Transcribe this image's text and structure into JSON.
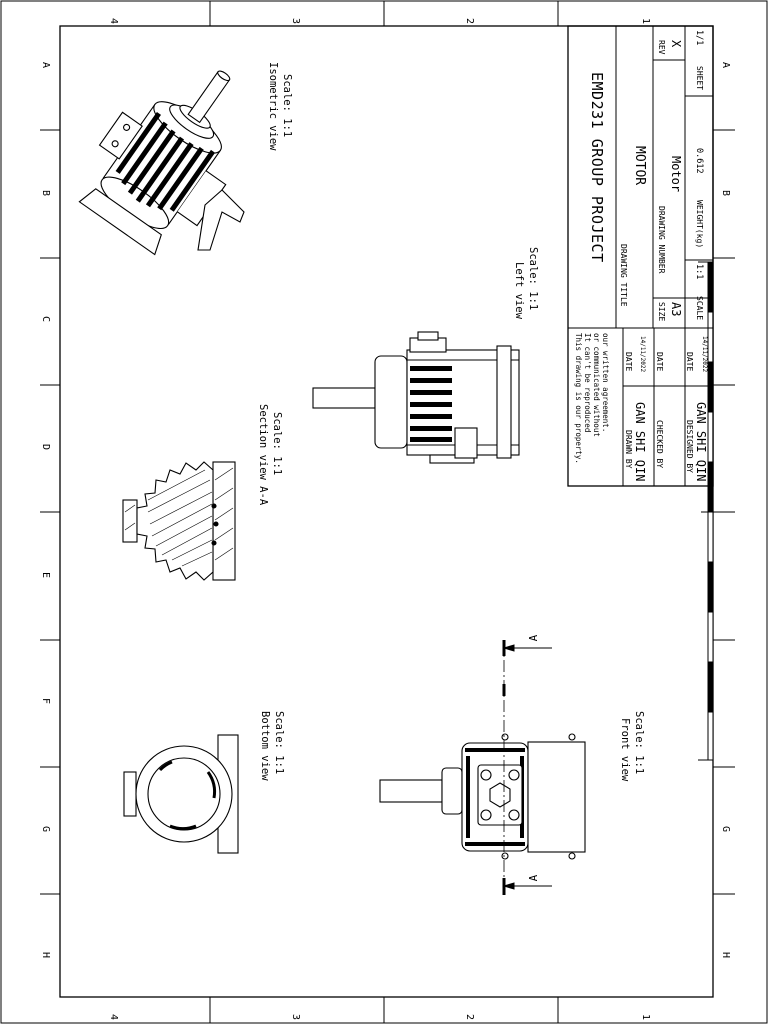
{
  "drawing": {
    "zone_numbers": [
      "4",
      "3",
      "2",
      "1"
    ],
    "zone_letters": [
      "A",
      "B",
      "C",
      "D",
      "E",
      "F",
      "G",
      "H"
    ],
    "views": {
      "isometric": {
        "title": "Isometric view",
        "scale": "Scale: 1:1"
      },
      "left": {
        "title": "Left view",
        "scale": "Scale: 1:1"
      },
      "section": {
        "title": "Section view A-A",
        "scale": "Scale: 1:1"
      },
      "bottom": {
        "title": "Bottom view",
        "scale": "Scale: 1:1"
      },
      "front": {
        "title": "Front view",
        "scale": "Scale: 1:1"
      }
    },
    "section_marker": "A"
  },
  "title_block": {
    "project": "EMD231 GROUP PROJECT",
    "drawing_title_label": "DRAWING TITLE",
    "drawing_title": "MOTOR",
    "size_label": "SIZE",
    "size": "A3",
    "drawing_number_label": "DRAWING NUMBER",
    "drawing_number": "Motor",
    "rev_label": "REV",
    "rev": "X",
    "scale_label": "SCALE",
    "scale": "1:1",
    "weight_label": "WEIGHT(kg)",
    "weight": "0.612",
    "sheet_label": "SHEET",
    "sheet": "1/1",
    "notice_lines": [
      "This drawing is our property.",
      "It can't be reproduced",
      "or communicated without",
      "our written agreement."
    ],
    "drawn_by_label": "DRAWN BY",
    "drawn_by": "GAN SHI QIN",
    "checked_by_label": "CHECKED BY",
    "checked_by": "",
    "designed_by_label": "DESIGNED BY",
    "designed_by": "GAN SHI QIN",
    "date_label": "DATE",
    "drawn_date": "14/11/2022",
    "checked_date": "",
    "designed_date": "14/11/2022"
  }
}
